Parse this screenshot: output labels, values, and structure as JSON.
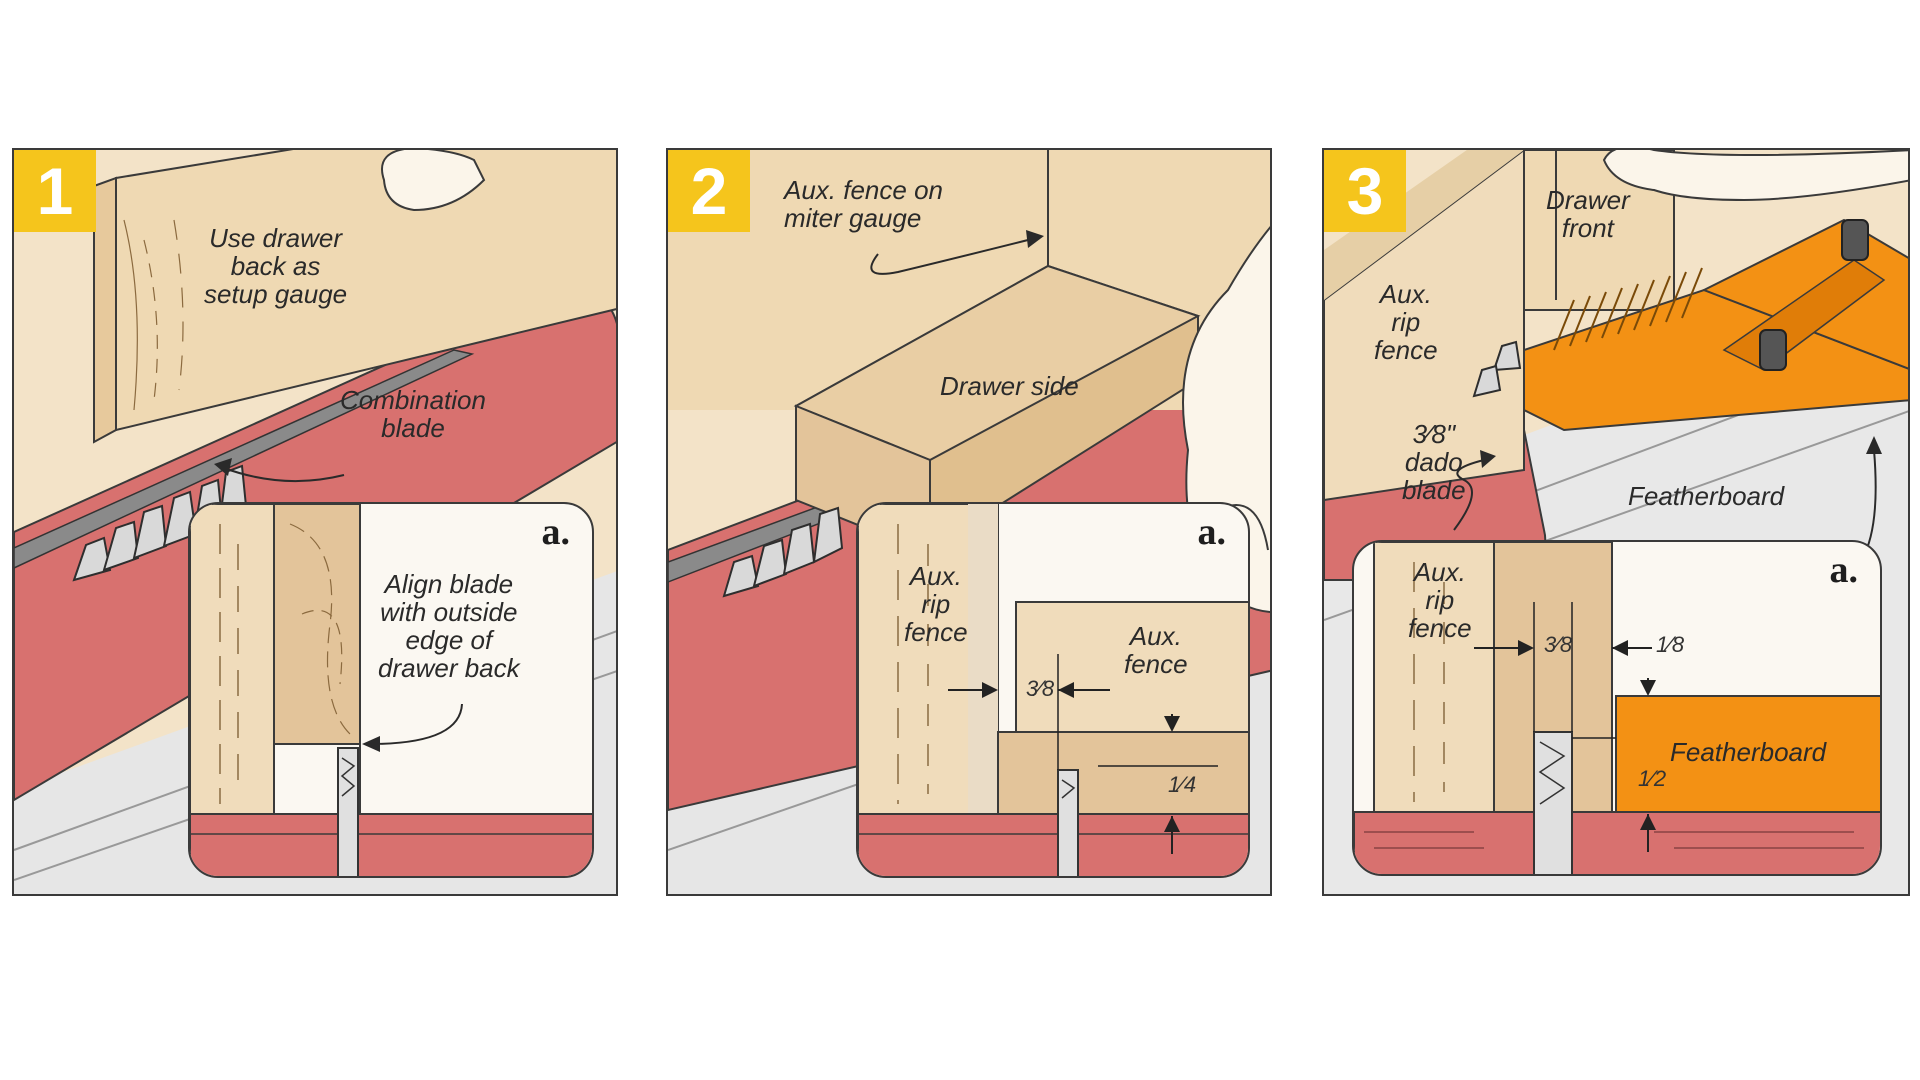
{
  "colors": {
    "badge": "#f5c51c",
    "blade_table": "#d8716f",
    "wood_light": "#f0dcbb",
    "wood_dark": "#e3c49a",
    "featherboard": "#f39114"
  },
  "panels": [
    {
      "number": "1",
      "labels": {
        "gauge": "Use drawer\nback as\nsetup gauge",
        "blade": "Combination\nblade"
      },
      "inset": {
        "tag": "a.",
        "note": "Align blade\nwith outside\nedge of\ndrawer back"
      }
    },
    {
      "number": "2",
      "labels": {
        "fence": "Aux. fence on\nmiter gauge",
        "side": "Drawer side"
      },
      "inset": {
        "tag": "a.",
        "rip_fence": "Aux.\nrip\nfence",
        "aux_fence": "Aux.\nfence",
        "dim_width": "3⁄8",
        "dim_height": "1⁄4"
      }
    },
    {
      "number": "3",
      "labels": {
        "front": "Drawer\nfront",
        "rip_fence": "Aux.\nrip\nfence",
        "dado": "3⁄8\"\ndado\nblade",
        "featherboard": "Featherboard"
      },
      "inset": {
        "tag": "a.",
        "rip_fence": "Aux.\nrip\nfence",
        "dim_width": "3⁄8",
        "dim_gap": "1⁄8",
        "featherboard": "Featherboard",
        "dim_height": "1⁄2"
      }
    }
  ]
}
